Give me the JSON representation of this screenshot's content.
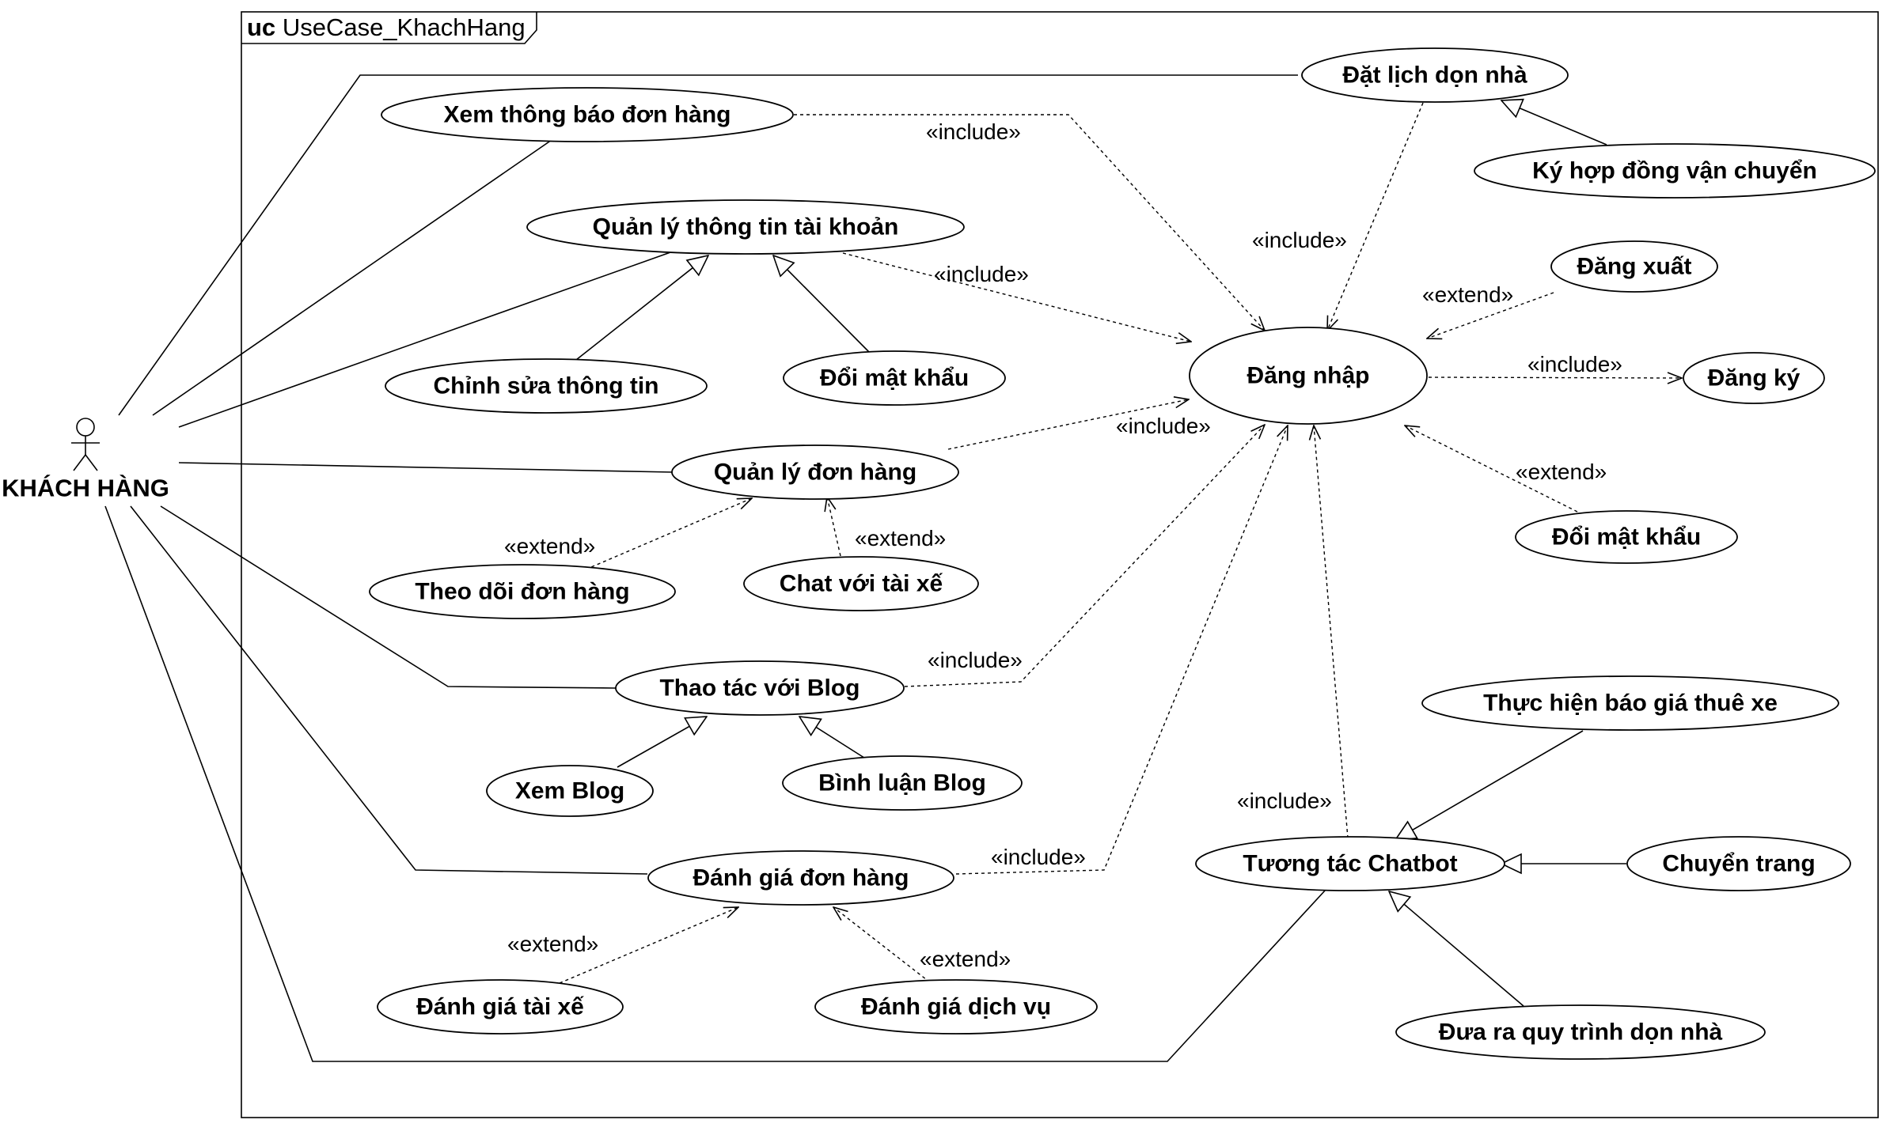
{
  "frame": {
    "keyword": "uc",
    "name": "UseCase_KhachHang"
  },
  "actor": {
    "name": "KHÁCH HÀNG"
  },
  "use_cases": {
    "dat_lich": "Đặt lịch dọn nhà",
    "xem_thong_bao": "Xem thông báo đơn hàng",
    "ky_hop_dong": "Ký hợp đồng vận chuyển",
    "quan_ly_tai_khoan": "Quản lý thông tin tài khoản",
    "dang_xuat": "Đăng xuất",
    "chinh_sua": "Chỉnh sửa thông tin",
    "doi_mat_khau_1": "Đổi mật khẩu",
    "dang_nhap": "Đăng nhập",
    "dang_ky": "Đăng ký",
    "quan_ly_don_hang": "Quản lý đơn hàng",
    "doi_mat_khau_2": "Đổi mật khẩu",
    "theo_doi": "Theo dõi đơn hàng",
    "chat_tai_xe": "Chat với tài xế",
    "thao_tac_blog": "Thao tác với Blog",
    "bao_gia": "Thực hiện báo giá thuê xe",
    "xem_blog": "Xem Blog",
    "binh_luan_blog": "Bình luận Blog",
    "danh_gia_don_hang": "Đánh giá đơn hàng",
    "tuong_tac_chatbot": "Tương tác Chatbot",
    "chuyen_trang": "Chuyển trang",
    "danh_gia_tai_xe": "Đánh giá tài xế",
    "danh_gia_dich_vu": "Đánh giá  dịch vụ",
    "quy_trinh": "Đưa ra quy trình dọn nhà"
  },
  "stereotypes": {
    "inc_xem_thong_bao": "«include»",
    "inc_dat_lich": "«include»",
    "inc_tai_khoan": "«include»",
    "ext_dang_xuat": "«extend»",
    "inc_dang_ky": "«include»",
    "inc_don_hang": "«include»",
    "ext_doi_mk": "«extend»",
    "ext_theo_doi": "«extend»",
    "ext_chat": "«extend»",
    "inc_blog": "«include»",
    "inc_chatbot": "«include»",
    "inc_danh_gia": "«include»",
    "ext_tai_xe": "«extend»",
    "ext_dich_vu": "«extend»"
  }
}
